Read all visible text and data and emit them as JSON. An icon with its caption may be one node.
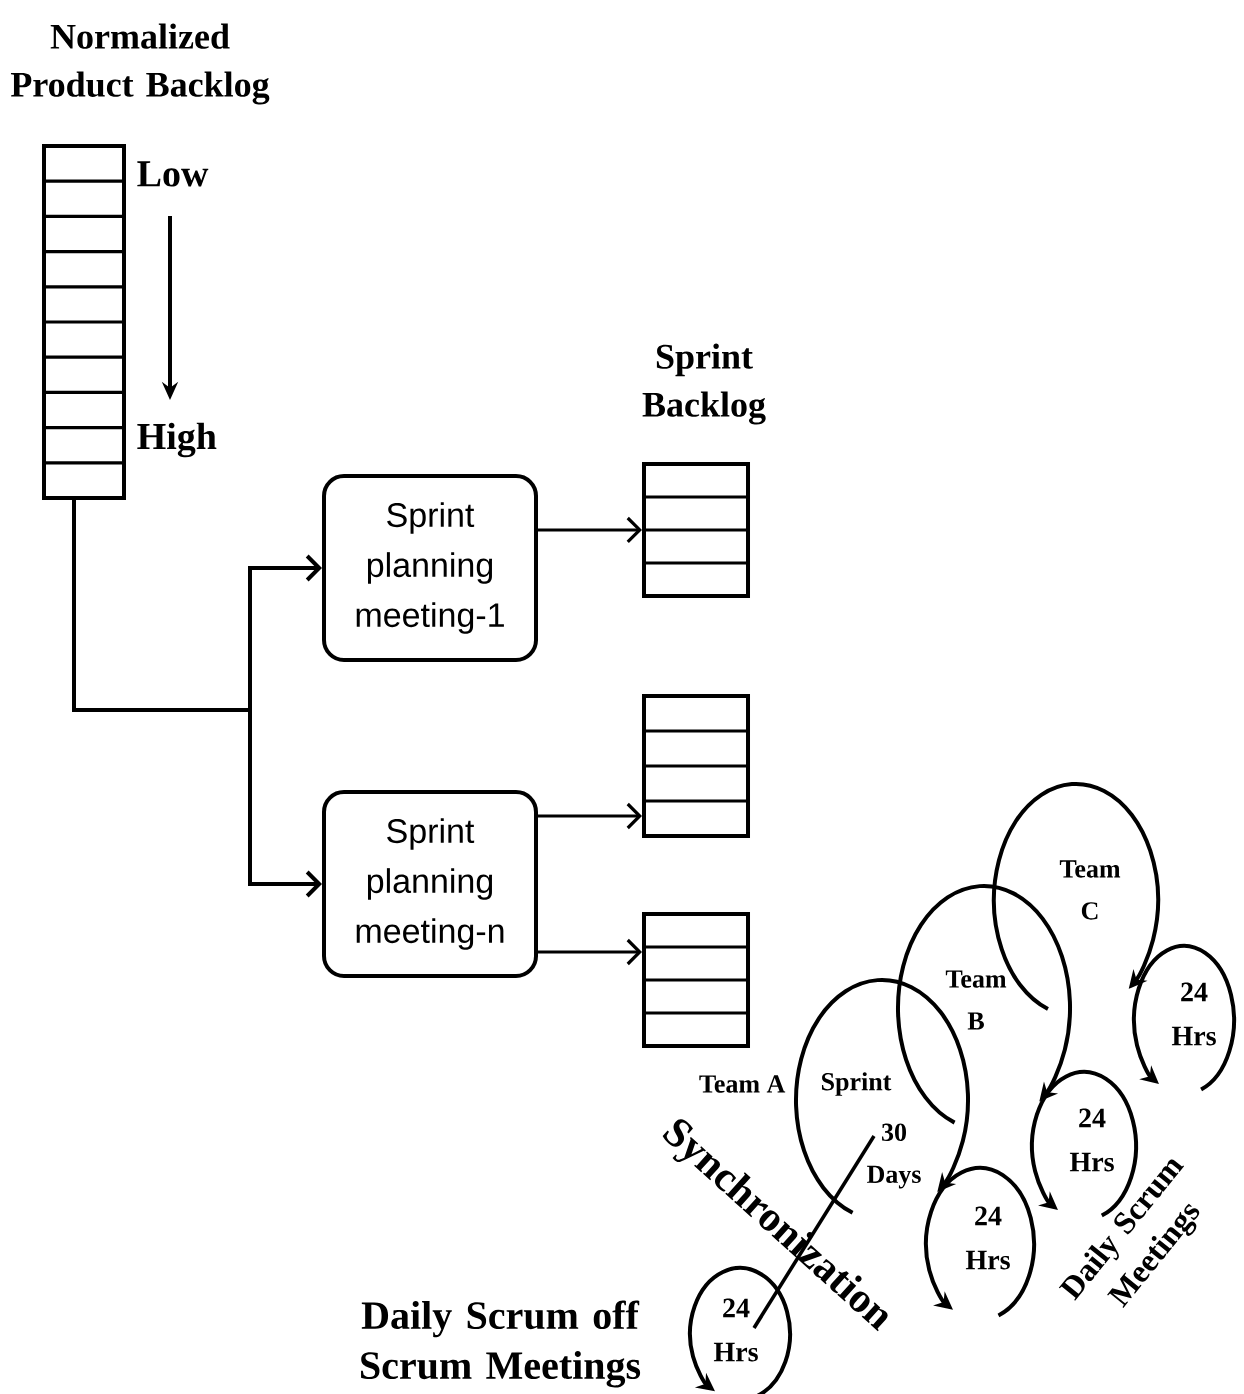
{
  "diagram": {
    "nodes": [
      {
        "text": [
          "Normalized Product Backlog"
        ],
        "beside": [
          "Low",
          "High"
        ]
      },
      {
        "text": [
          "Sprint planning meeting-1"
        ]
      },
      {
        "text": [
          "Sprint planning meeting-n"
        ]
      },
      {
        "text": [
          "Sprint Backlog"
        ]
      },
      {
        "text": [],
        "shape": "box"
      },
      {
        "text": [],
        "shape": "box"
      },
      {
        "text": [
          "Team C"
        ]
      },
      {
        "text": [
          "24 Hrs"
        ]
      },
      {
        "text": [
          "Team B"
        ]
      },
      {
        "text": [
          "24 Hrs"
        ]
      },
      {
        "text": [
          "Sprint",
          "30 Days"
        ],
        "beside": [
          "Team A"
        ]
      },
      {
        "text": [
          "24 Hrs"
        ]
      },
      {
        "text": [
          "24 Hrs"
        ]
      }
    ],
    "edges": [
      {
        "from": 0,
        "to": 1,
        "arrow": "to"
      },
      {
        "from": 0,
        "to": 2,
        "arrow": "to"
      },
      {
        "from": 1,
        "to": 3,
        "arrow": "to"
      },
      {
        "from": 2,
        "to": 4,
        "arrow": "to"
      },
      {
        "from": 2,
        "to": 5,
        "arrow": "to"
      },
      {
        "from": 10,
        "to": 12,
        "arrow": "none"
      }
    ],
    "labels": [
      "Synchronization",
      "Daily Scrum Meetings",
      "Daily Scrum off Scrum Meetings"
    ]
  }
}
